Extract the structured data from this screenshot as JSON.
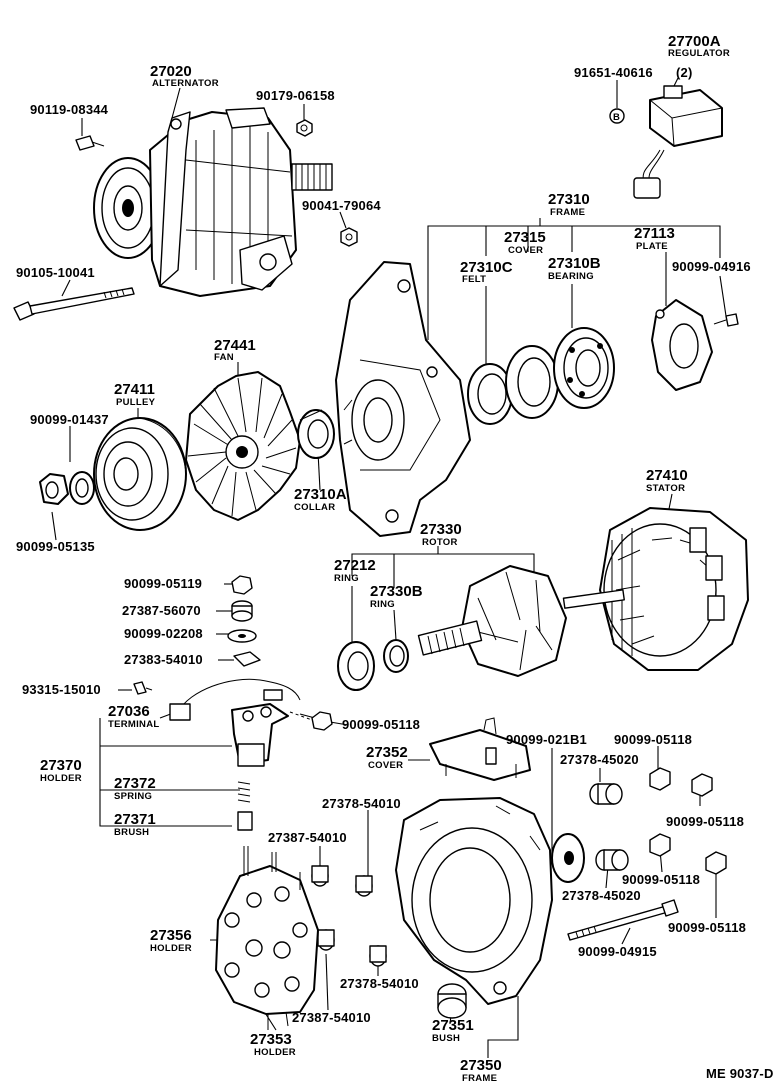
{
  "diagram": {
    "drawing_code": "ME 9037-D",
    "circle_marker": "B",
    "parts": [
      {
        "id": "alternator",
        "number": "27020",
        "name": "ALTERNATOR"
      },
      {
        "id": "regulator",
        "number": "27700A",
        "name": "REGULATOR",
        "qty": "(2)"
      },
      {
        "id": "frame_front",
        "number": "27310",
        "name": "FRAME"
      },
      {
        "id": "cover_front",
        "number": "27315",
        "name": "COVER"
      },
      {
        "id": "felt",
        "number": "27310C",
        "name": "FELT"
      },
      {
        "id": "bearing",
        "number": "27310B",
        "name": "BEARING"
      },
      {
        "id": "plate",
        "number": "27113",
        "name": "PLATE"
      },
      {
        "id": "fan",
        "number": "27441",
        "name": "FAN"
      },
      {
        "id": "pulley",
        "number": "27411",
        "name": "PULLEY"
      },
      {
        "id": "collar",
        "number": "27310A",
        "name": "COLLAR"
      },
      {
        "id": "stator",
        "number": "27410",
        "name": "STATOR"
      },
      {
        "id": "rotor",
        "number": "27330",
        "name": "ROTOR"
      },
      {
        "id": "ring_a",
        "number": "27212",
        "name": "RING"
      },
      {
        "id": "ring_b",
        "number": "27330B",
        "name": "RING"
      },
      {
        "id": "terminal",
        "number": "27036",
        "name": "TERMINAL"
      },
      {
        "id": "holder_brush",
        "number": "27370",
        "name": "HOLDER"
      },
      {
        "id": "spring",
        "number": "27372",
        "name": "SPRING"
      },
      {
        "id": "brush",
        "number": "27371",
        "name": "BRUSH"
      },
      {
        "id": "cover_rear",
        "number": "27352",
        "name": "COVER"
      },
      {
        "id": "holder_rect",
        "number": "27356",
        "name": "HOLDER"
      },
      {
        "id": "holder_bottom",
        "number": "27353",
        "name": "HOLDER"
      },
      {
        "id": "bush",
        "number": "27351",
        "name": "BUSH"
      },
      {
        "id": "frame_rear",
        "number": "27350",
        "name": "FRAME"
      }
    ],
    "numbers": {
      "n_90119_08344": "90119-08344",
      "n_90179_06158": "90179-06158",
      "n_90041_79064": "90041-79064",
      "n_90105_10041": "90105-10041",
      "n_91651_40616": "91651-40616",
      "n_90099_04916": "90099-04916",
      "n_90099_01437": "90099-01437",
      "n_90099_05135": "90099-05135",
      "n_90099_05119": "90099-05119",
      "n_27387_56070": "27387-56070",
      "n_90099_02208": "90099-02208",
      "n_27383_54010": "27383-54010",
      "n_93315_15010": "93315-15010",
      "n_90099_05118_a": "90099-05118",
      "n_90099_021B1": "90099-021B1",
      "n_90099_05118_b": "90099-05118",
      "n_27378_45020_a": "27378-45020",
      "n_90099_05118_c": "90099-05118",
      "n_27378_54010_a": "27378-54010",
      "n_27387_54010_a": "27387-54010",
      "n_90099_05118_d": "90099-05118",
      "n_27378_45020_b": "27378-45020",
      "n_90099_04915": "90099-04915",
      "n_90099_05118_e": "90099-05118",
      "n_27378_54010_b": "27378-54010",
      "n_27387_54010_b": "27387-54010"
    }
  }
}
